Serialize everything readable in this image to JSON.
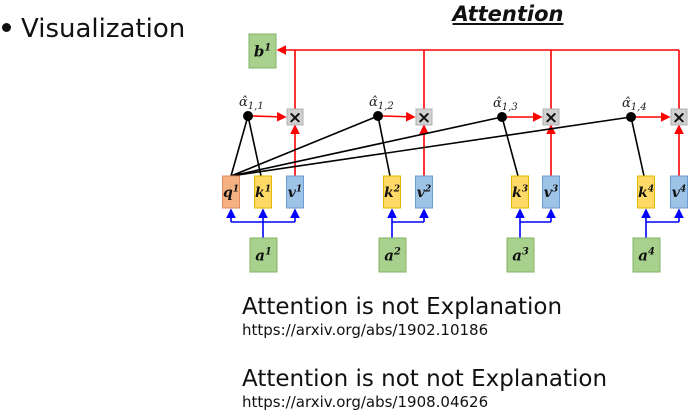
{
  "slide": {
    "bullet": "Visualization",
    "diagram_title": "Attention"
  },
  "diagram": {
    "output": {
      "label": "b",
      "sup": "1"
    },
    "alphas": [
      {
        "label": "α̂",
        "sub": "1,1"
      },
      {
        "label": "α̂",
        "sub": "1,2"
      },
      {
        "label": "α̂",
        "sub": "1,3"
      },
      {
        "label": "α̂",
        "sub": "1,4"
      }
    ],
    "multiply_symbol": "×",
    "query": {
      "label": "q",
      "sup": "1"
    },
    "keys": [
      {
        "label": "k",
        "sup": "1"
      },
      {
        "label": "k",
        "sup": "2"
      },
      {
        "label": "k",
        "sup": "3"
      },
      {
        "label": "k",
        "sup": "4"
      }
    ],
    "values": [
      {
        "label": "v",
        "sup": "1"
      },
      {
        "label": "v",
        "sup": "2"
      },
      {
        "label": "v",
        "sup": "3"
      },
      {
        "label": "v",
        "sup": "4"
      }
    ],
    "inputs": [
      {
        "label": "a",
        "sup": "1"
      },
      {
        "label": "a",
        "sup": "2"
      },
      {
        "label": "a",
        "sup": "3"
      },
      {
        "label": "a",
        "sup": "4"
      }
    ],
    "colors": {
      "green_box": "#a9d18e",
      "green_border": "#82b366",
      "query_box": "#f4b183",
      "query_border": "#e08a5a",
      "key_box": "#ffd966",
      "key_border": "#e6b800",
      "value_box": "#9dc3e6",
      "value_border": "#6c9bd2",
      "mult_box": "#d0d0d0",
      "red_line": "#ff0000",
      "blue_line": "#0000ff",
      "black_line": "#000000"
    }
  },
  "papers": [
    {
      "title": "Attention is not Explanation",
      "url": "https://arxiv.org/abs/1902.10186"
    },
    {
      "title": "Attention is not not Explanation",
      "url": "https://arxiv.org/abs/1908.04626"
    }
  ]
}
